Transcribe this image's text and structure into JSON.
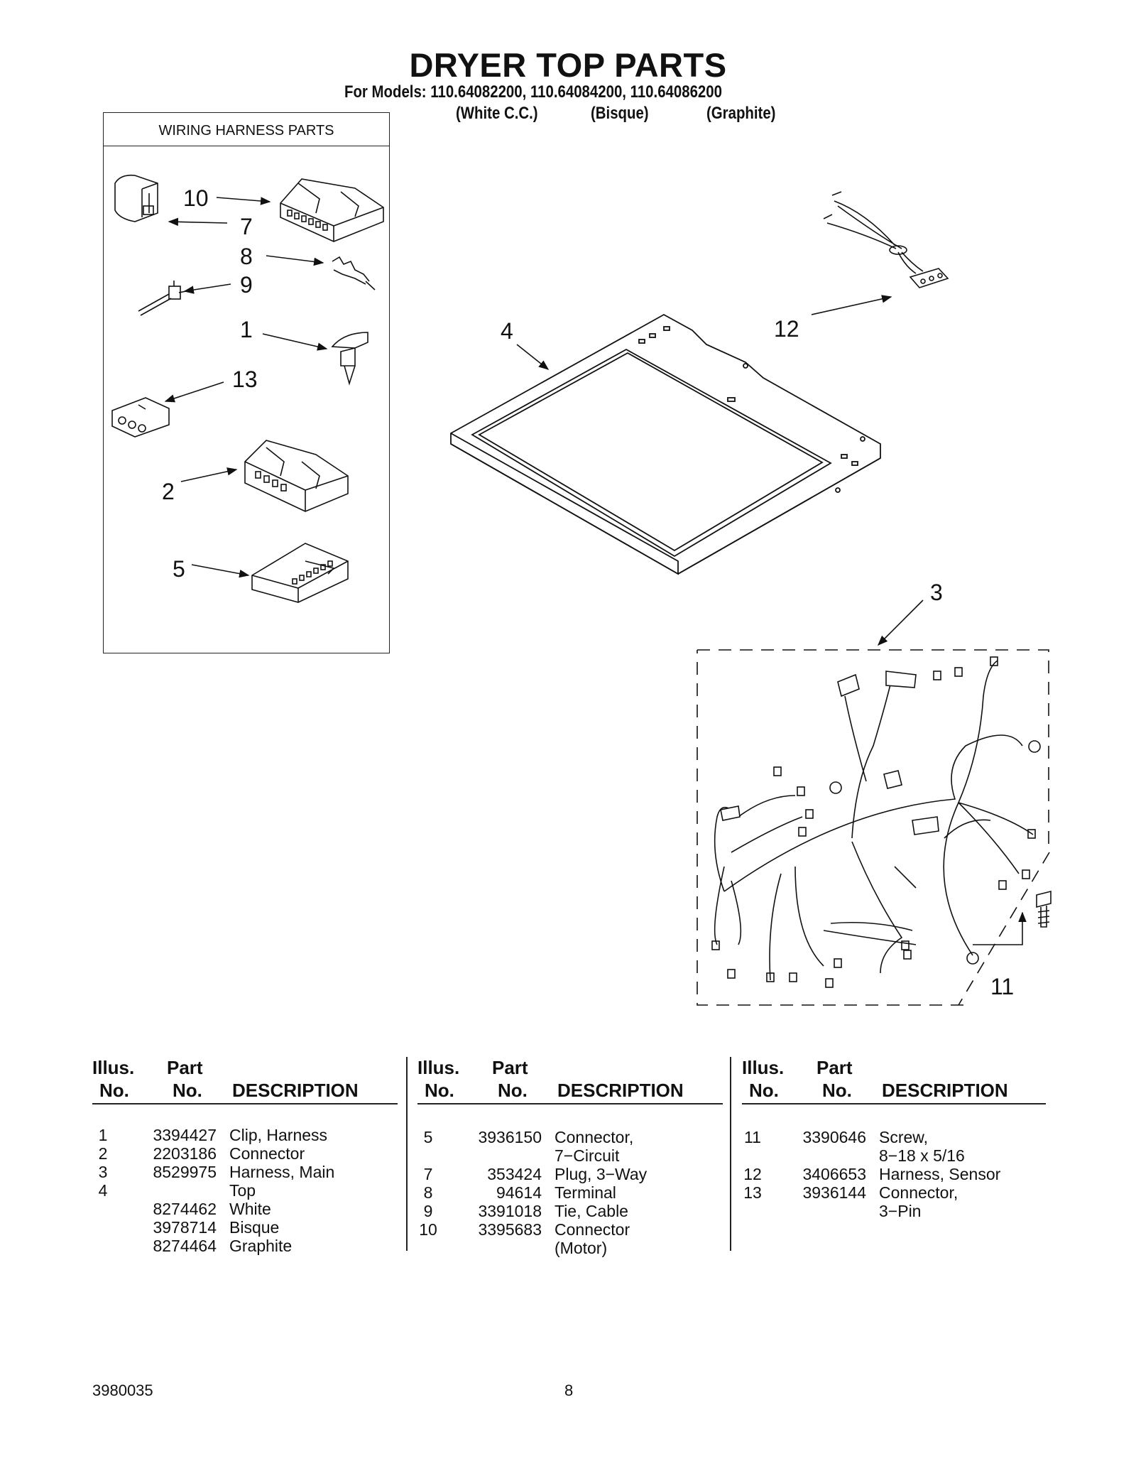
{
  "header": {
    "title": "DRYER TOP PARTS",
    "models": "For Models: 110.64082200, 110.64084200, 110.64086200",
    "variants": [
      "(White C.C.)",
      "(Bisque)",
      "(Graphite)"
    ]
  },
  "inset": {
    "title": "WIRING HARNESS PARTS",
    "callouts": [
      "10",
      "7",
      "8",
      "9",
      "1",
      "13",
      "2",
      "5"
    ]
  },
  "main_callouts": [
    "4",
    "12",
    "3",
    "11"
  ],
  "table": {
    "headers": {
      "illus_top": "Illus.",
      "illus_bottom": "No.",
      "part_top": "Part",
      "part_bottom": "No.",
      "description": "DESCRIPTION"
    },
    "columns": [
      [
        {
          "illus": "1",
          "part": "3394427",
          "desc": "Clip, Harness"
        },
        {
          "illus": "2",
          "part": "2203186",
          "desc": "Connector"
        },
        {
          "illus": "3",
          "part": "8529975",
          "desc": "Harness, Main"
        },
        {
          "illus": "4",
          "part": "",
          "desc": "Top"
        },
        {
          "illus": "",
          "part": "8274462",
          "desc": "White"
        },
        {
          "illus": "",
          "part": "3978714",
          "desc": "Bisque"
        },
        {
          "illus": "",
          "part": "8274464",
          "desc": "Graphite"
        }
      ],
      [
        {
          "illus": "5",
          "part": "3936150",
          "desc": "Connector,"
        },
        {
          "illus": "",
          "part": "",
          "desc": "7−Circuit"
        },
        {
          "illus": "7",
          "part": "353424",
          "desc": "Plug, 3−Way"
        },
        {
          "illus": "8",
          "part": "94614",
          "desc": "Terminal"
        },
        {
          "illus": "9",
          "part": "3391018",
          "desc": "Tie, Cable"
        },
        {
          "illus": "10",
          "part": "3395683",
          "desc": "Connector"
        },
        {
          "illus": "",
          "part": "",
          "desc": "(Motor)"
        }
      ],
      [
        {
          "illus": "11",
          "part": "3390646",
          "desc": "Screw,"
        },
        {
          "illus": "",
          "part": "",
          "desc": "8−18 x 5/16"
        },
        {
          "illus": "12",
          "part": "3406653",
          "desc": "Harness, Sensor"
        },
        {
          "illus": "13",
          "part": "3936144",
          "desc": "Connector,"
        },
        {
          "illus": "",
          "part": "",
          "desc": "3−Pin"
        }
      ]
    ]
  },
  "footer": {
    "doc_number": "3980035",
    "page_number": "8"
  }
}
